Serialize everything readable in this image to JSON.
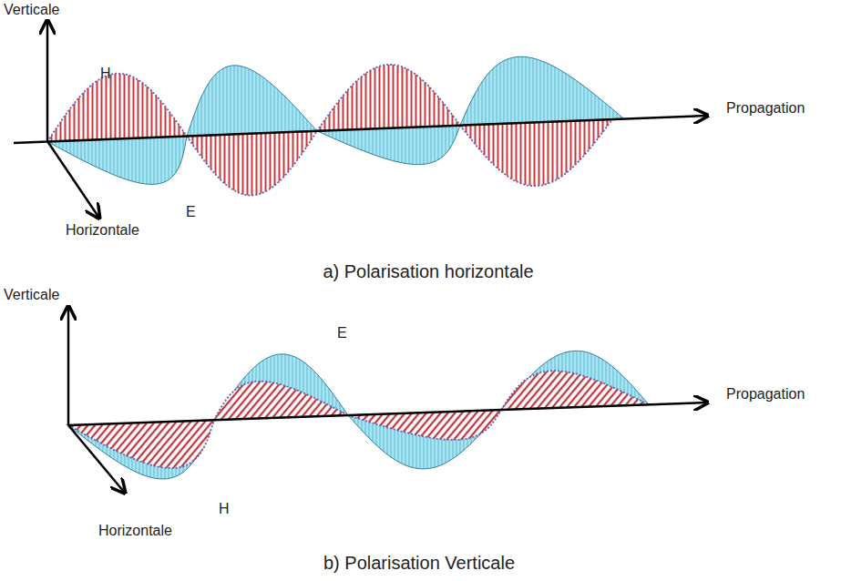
{
  "diagram": {
    "labels": [
      "Verticale",
      "H",
      "Propagation",
      "E",
      "Horizontale",
      "a) Polarisation horizontale",
      "Verticale",
      "E",
      "Propagation",
      "H",
      "Horizontale",
      "b) Polarisation Verticale"
    ]
  }
}
